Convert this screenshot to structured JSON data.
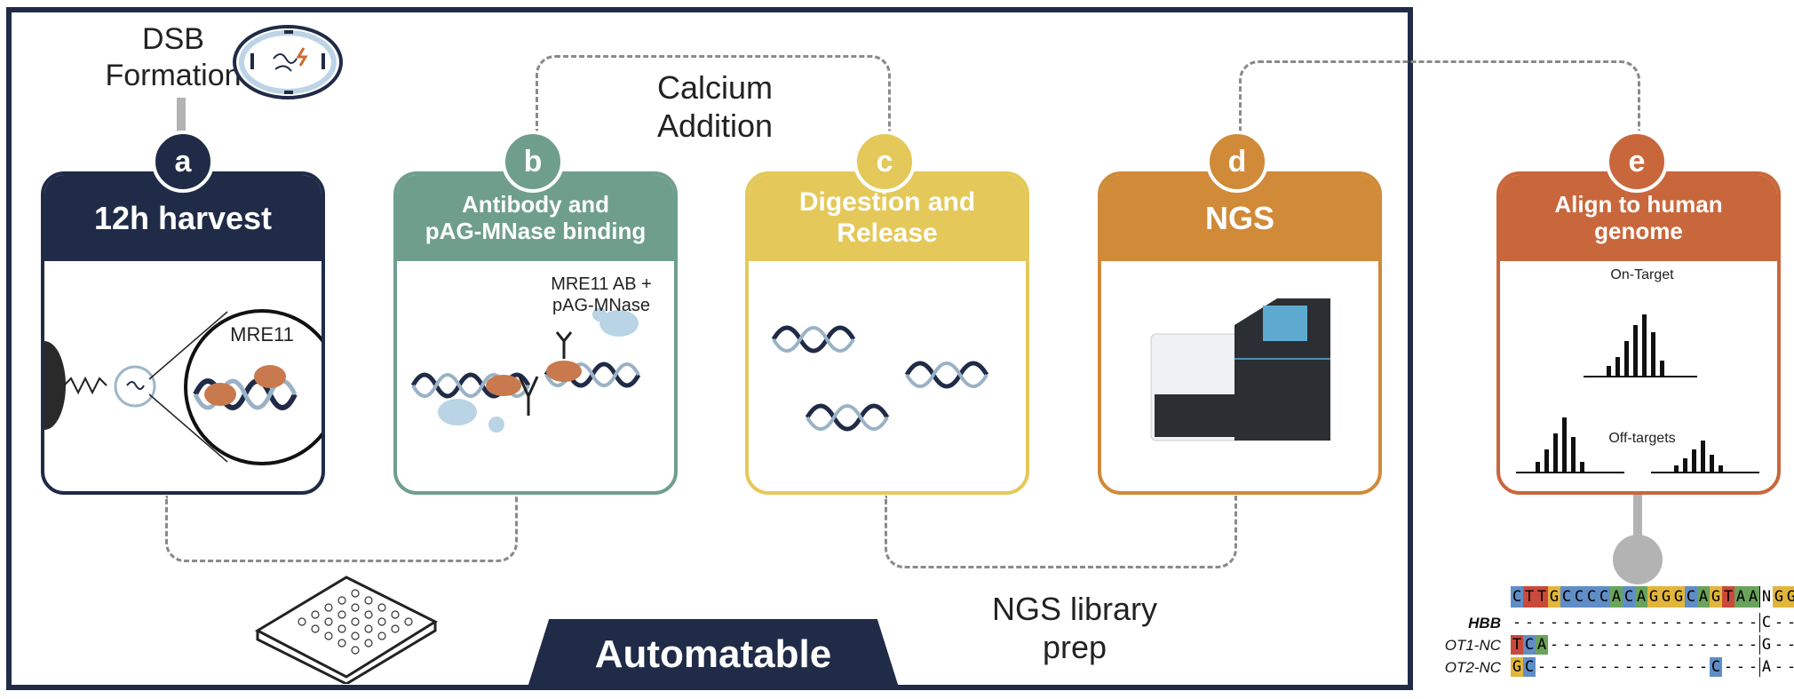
{
  "dsb_label_1": "DSB",
  "dsb_label_2": "Formation",
  "calcium_1": "Calcium",
  "calcium_2": "Addition",
  "ngs_prep_1": "NGS library",
  "ngs_prep_2": "prep",
  "automatable": "Automatable",
  "colors": {
    "navy": "#1f2b47",
    "green": "#6f9f8c",
    "yellow": "#e4c95a",
    "orange": "#d08a38",
    "red": "#c9673c"
  },
  "steps": [
    {
      "badge": "a",
      "title_1": "12h harvest",
      "title_2": "",
      "body_label": "MRE11"
    },
    {
      "badge": "b",
      "title_1": "Antibody and",
      "title_2": "pAG-MNase binding",
      "body_label_1": "MRE11 AB +",
      "body_label_2": "pAG-MNase"
    },
    {
      "badge": "c",
      "title_1": "Digestion and",
      "title_2": "Release"
    },
    {
      "badge": "d",
      "title_1": "NGS",
      "title_2": ""
    },
    {
      "badge": "e",
      "title_1": "Align to human",
      "title_2": "genome",
      "on_target": "On-Target",
      "off_targets": "Off-targets"
    }
  ],
  "alignment": {
    "reference": [
      "C",
      "T",
      "T",
      "G",
      "C",
      "C",
      "C",
      "C",
      "A",
      "C",
      "A",
      "G",
      "G",
      "G",
      "C",
      "A",
      "G",
      "T",
      "A",
      "A",
      "N",
      "G",
      "G"
    ],
    "rows": [
      {
        "label": "HBB",
        "seq": [
          "-",
          "-",
          "-",
          "-",
          "-",
          "-",
          "-",
          "-",
          "-",
          "-",
          "-",
          "-",
          "-",
          "-",
          "-",
          "-",
          "-",
          "-",
          "-",
          "-",
          "C",
          "-",
          "-"
        ]
      },
      {
        "label": "OT1-NC",
        "seq": [
          "T",
          "C",
          "A",
          "-",
          "-",
          "-",
          "-",
          "-",
          "-",
          "-",
          "-",
          "-",
          "-",
          "-",
          "-",
          "-",
          "-",
          "-",
          "-",
          "-",
          "G",
          "-",
          "-"
        ]
      },
      {
        "label": "OT2-NC",
        "seq": [
          "G",
          "C",
          "-",
          "-",
          "-",
          "-",
          "-",
          "-",
          "-",
          "-",
          "-",
          "-",
          "-",
          "-",
          "-",
          "-",
          "C",
          "-",
          "-",
          "-",
          "A",
          "-",
          "-"
        ]
      }
    ]
  }
}
